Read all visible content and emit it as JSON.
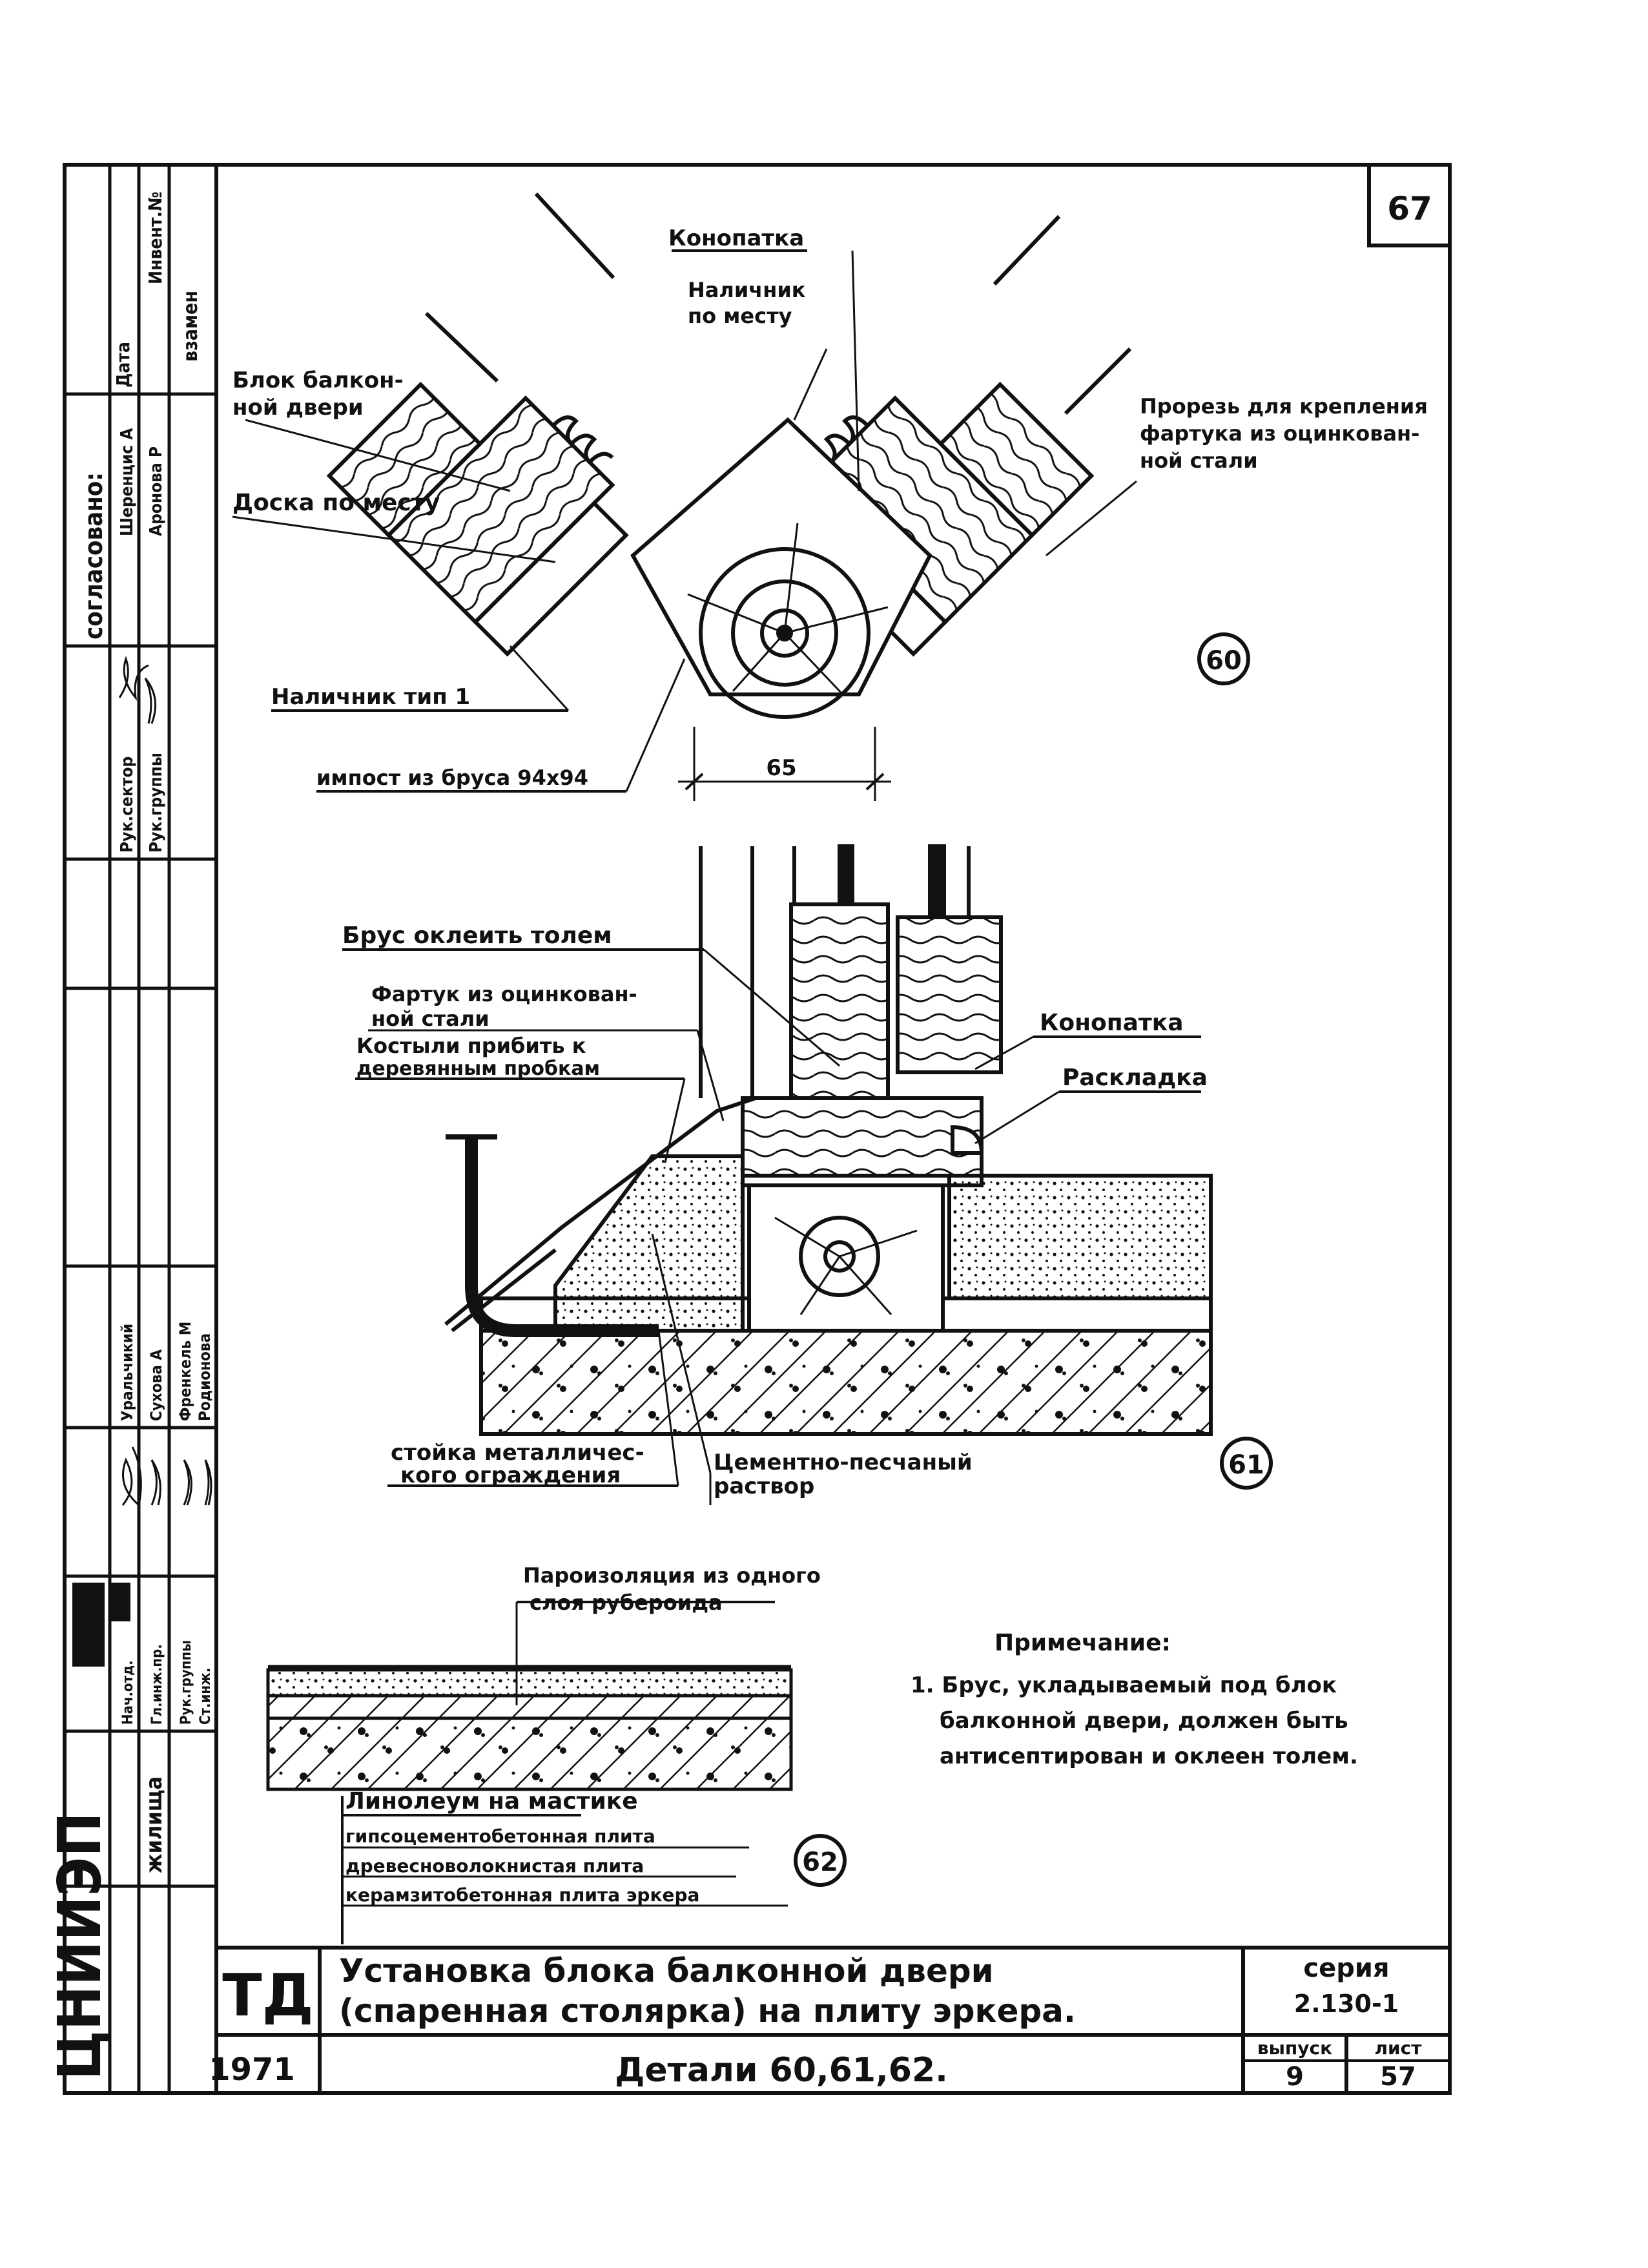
{
  "sheet": {
    "page_number": "67",
    "series_label": "серия",
    "series_value": "2.130-1",
    "issue_label": "выпуск",
    "issue_value": "9",
    "sheet_label": "лист",
    "sheet_value": "57",
    "td": "ТД",
    "year": "1971",
    "title_line1": "Установка блока балконной двери",
    "title_line2": "(спаренная столярка) на плиту эркера.",
    "subtitle": "Детали 60,61,62."
  },
  "stamp": {
    "org": "ЦНИИЭП",
    "org_sub": "жилища",
    "agreed": "согласовано:",
    "date": "Дата",
    "inv": "Инвент.№",
    "vzamen": "взамен",
    "group_head": "Рук.группы",
    "sector_head": "Рук.сектор",
    "name1": "Шеренцис А",
    "name2": "Аронова Р",
    "roles": [
      "Нач.отд.",
      "Гл.инж.пр.",
      "Рук.группы",
      "Ст.инж."
    ],
    "names": [
      "Уральчикий",
      "Сухова А",
      "Френкель М",
      "Родионова"
    ]
  },
  "detail60": {
    "marker": "60",
    "labels": {
      "konopatka": "Конопатка",
      "nalichnik_line1": "Наличник",
      "nalichnik_line2": "по месту",
      "blok_line1": "Блок балкон-",
      "blok_line2": "ной двери",
      "doska": "Доска по месту",
      "nalichnik_tip": "Наличник тип 1",
      "impost": "импост из бруса 94х94",
      "prorez_line1": "Прорезь для крепления",
      "prorez_line2": "фартука из оцинкован-",
      "prorez_line3": "ной стали",
      "dim": "65"
    }
  },
  "detail61": {
    "marker": "61",
    "labels": {
      "brus": "Брус оклеить толем",
      "fartuk_line1": "Фартук из оцинкован-",
      "fartuk_line2": "ной стали",
      "kostyli_line1": "Костыли прибить к",
      "kostyli_line2": "деревянным пробкам",
      "konopatka": "Конопатка",
      "raskladka": "Раскладка",
      "stoyka_line1": "стойка металличес-",
      "stoyka_line2": "кого ограждения",
      "rastvor_line1": "Цементно-песчаный",
      "rastvor_line2": "раствор"
    }
  },
  "detail62": {
    "marker": "62",
    "labels": {
      "paro_line1": "Пароизоляция из одного",
      "paro_line2": "слоя рубероида",
      "linoleum": "Линолеум на мастике",
      "gips": "гипсоцементобетонная плита",
      "dvp": "древесноволокнистая плита",
      "keram": "керамзитобетонная плита эркера"
    }
  },
  "note": {
    "title": "Примечание:",
    "line1": "1. Брус, укладываемый под блок",
    "line2": "балконной двери, должен быть",
    "line3": "антисептирован и оклеен толем."
  }
}
